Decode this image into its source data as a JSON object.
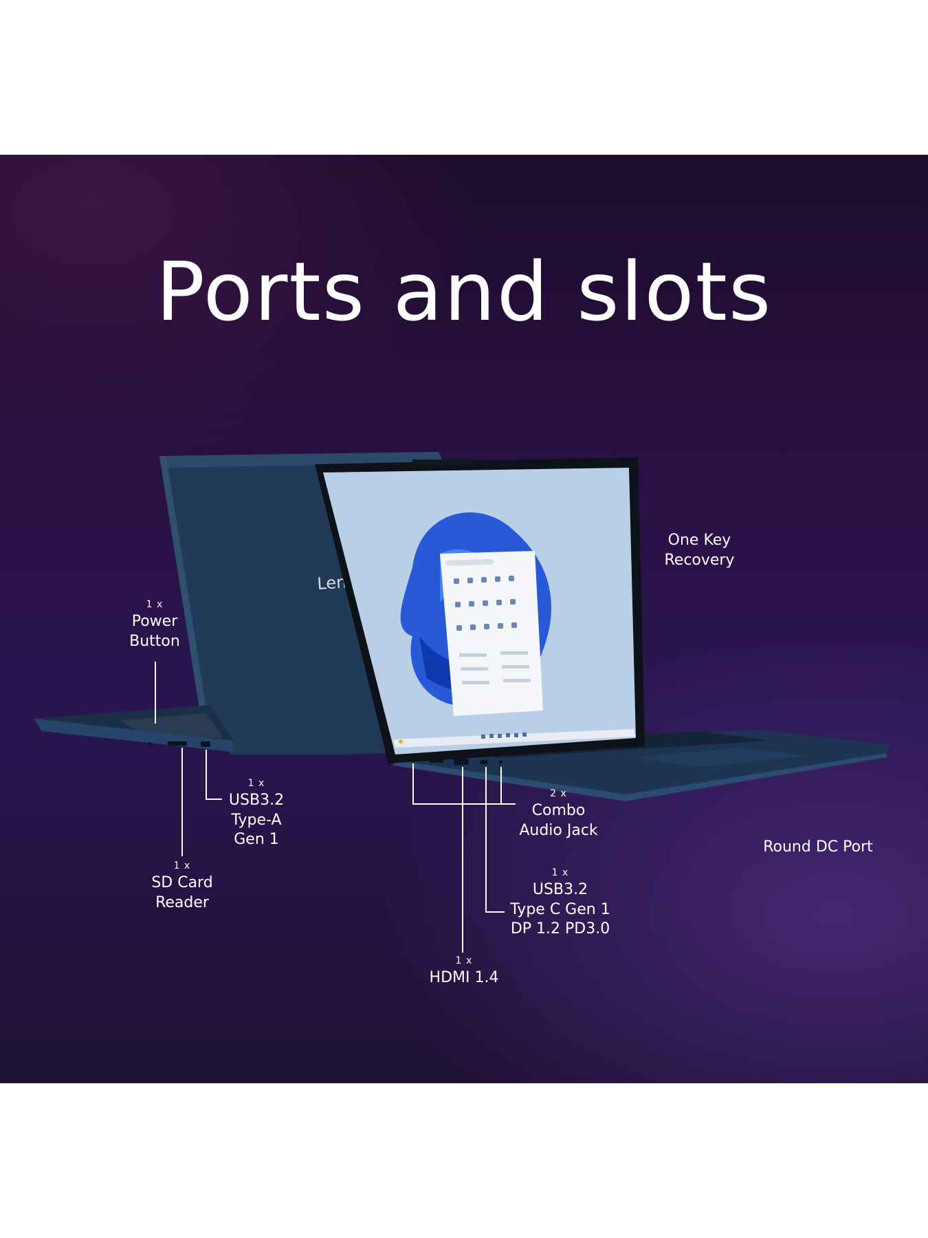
{
  "title": "Ports and slots",
  "brand_text": "Len",
  "labels": {
    "power_button": {
      "qty": "1 x",
      "text": "Power\nButton"
    },
    "usb_a": {
      "qty": "1 x",
      "text": "USB3.2\nType-A\nGen 1"
    },
    "sd_card": {
      "qty": "1 x",
      "text": "SD Card\nReader"
    },
    "one_key_recovery": {
      "text": "One Key\nRecovery"
    },
    "combo_audio": {
      "qty": "2 x",
      "text": "Combo\nAudio Jack"
    },
    "round_dc": {
      "text": "Round DC Port"
    },
    "usb_c": {
      "qty": "1 x",
      "text": "USB3.2\nType C Gen 1\nDP 1.2 PD3.0"
    },
    "hdmi": {
      "qty": "1 x",
      "text": "HDMI 1.4"
    }
  },
  "colors": {
    "background_dark": "#1c0c2a",
    "background_purple": "#2a1550",
    "laptop_body": "#1f3550",
    "laptop_edge": "#2c4868",
    "screen_wallpaper": "#b9cfe6",
    "bloom_blue": "#1a4fd8"
  }
}
